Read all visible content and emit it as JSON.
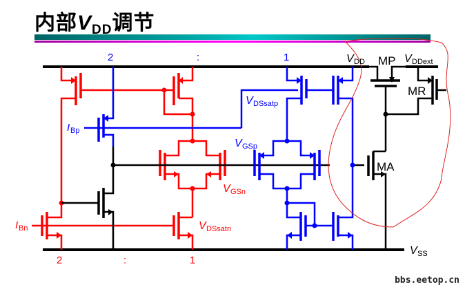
{
  "title": {
    "prefix": "内部",
    "v": "V",
    "sub": "DD",
    "suffix": "调节"
  },
  "colors": {
    "red": "#ff0000",
    "blue": "#0000ff",
    "black": "#000000",
    "annotation": "#e02020"
  },
  "labels": {
    "top_ratio_2": "2",
    "top_ratio_colon": ":",
    "top_ratio_1": "1",
    "bottom_ratio_2": "2",
    "bottom_ratio_colon": ":",
    "bottom_ratio_1": "1",
    "vdd_v": "V",
    "vdd_sub": "DD",
    "vddext_v": "V",
    "vddext_sub": "DDext",
    "vss_v": "V",
    "vss_sub": "SS",
    "ibp_i": "I",
    "ibp_sub": "Bp",
    "ibn_i": "I",
    "ibn_sub": "Bn",
    "vdssatp_v": "V",
    "vdssatp_sub": "DSsatp",
    "vgsp_v": "V",
    "vgsp_sub": "GSp",
    "vgsn_v": "V",
    "vgsn_sub": "GSn",
    "vdssatn_v": "V",
    "vdssatn_sub": "DSsatn",
    "mp": "MP",
    "mr": "MR",
    "ma": "MA"
  },
  "watermark": "bbs.eetop.cn"
}
